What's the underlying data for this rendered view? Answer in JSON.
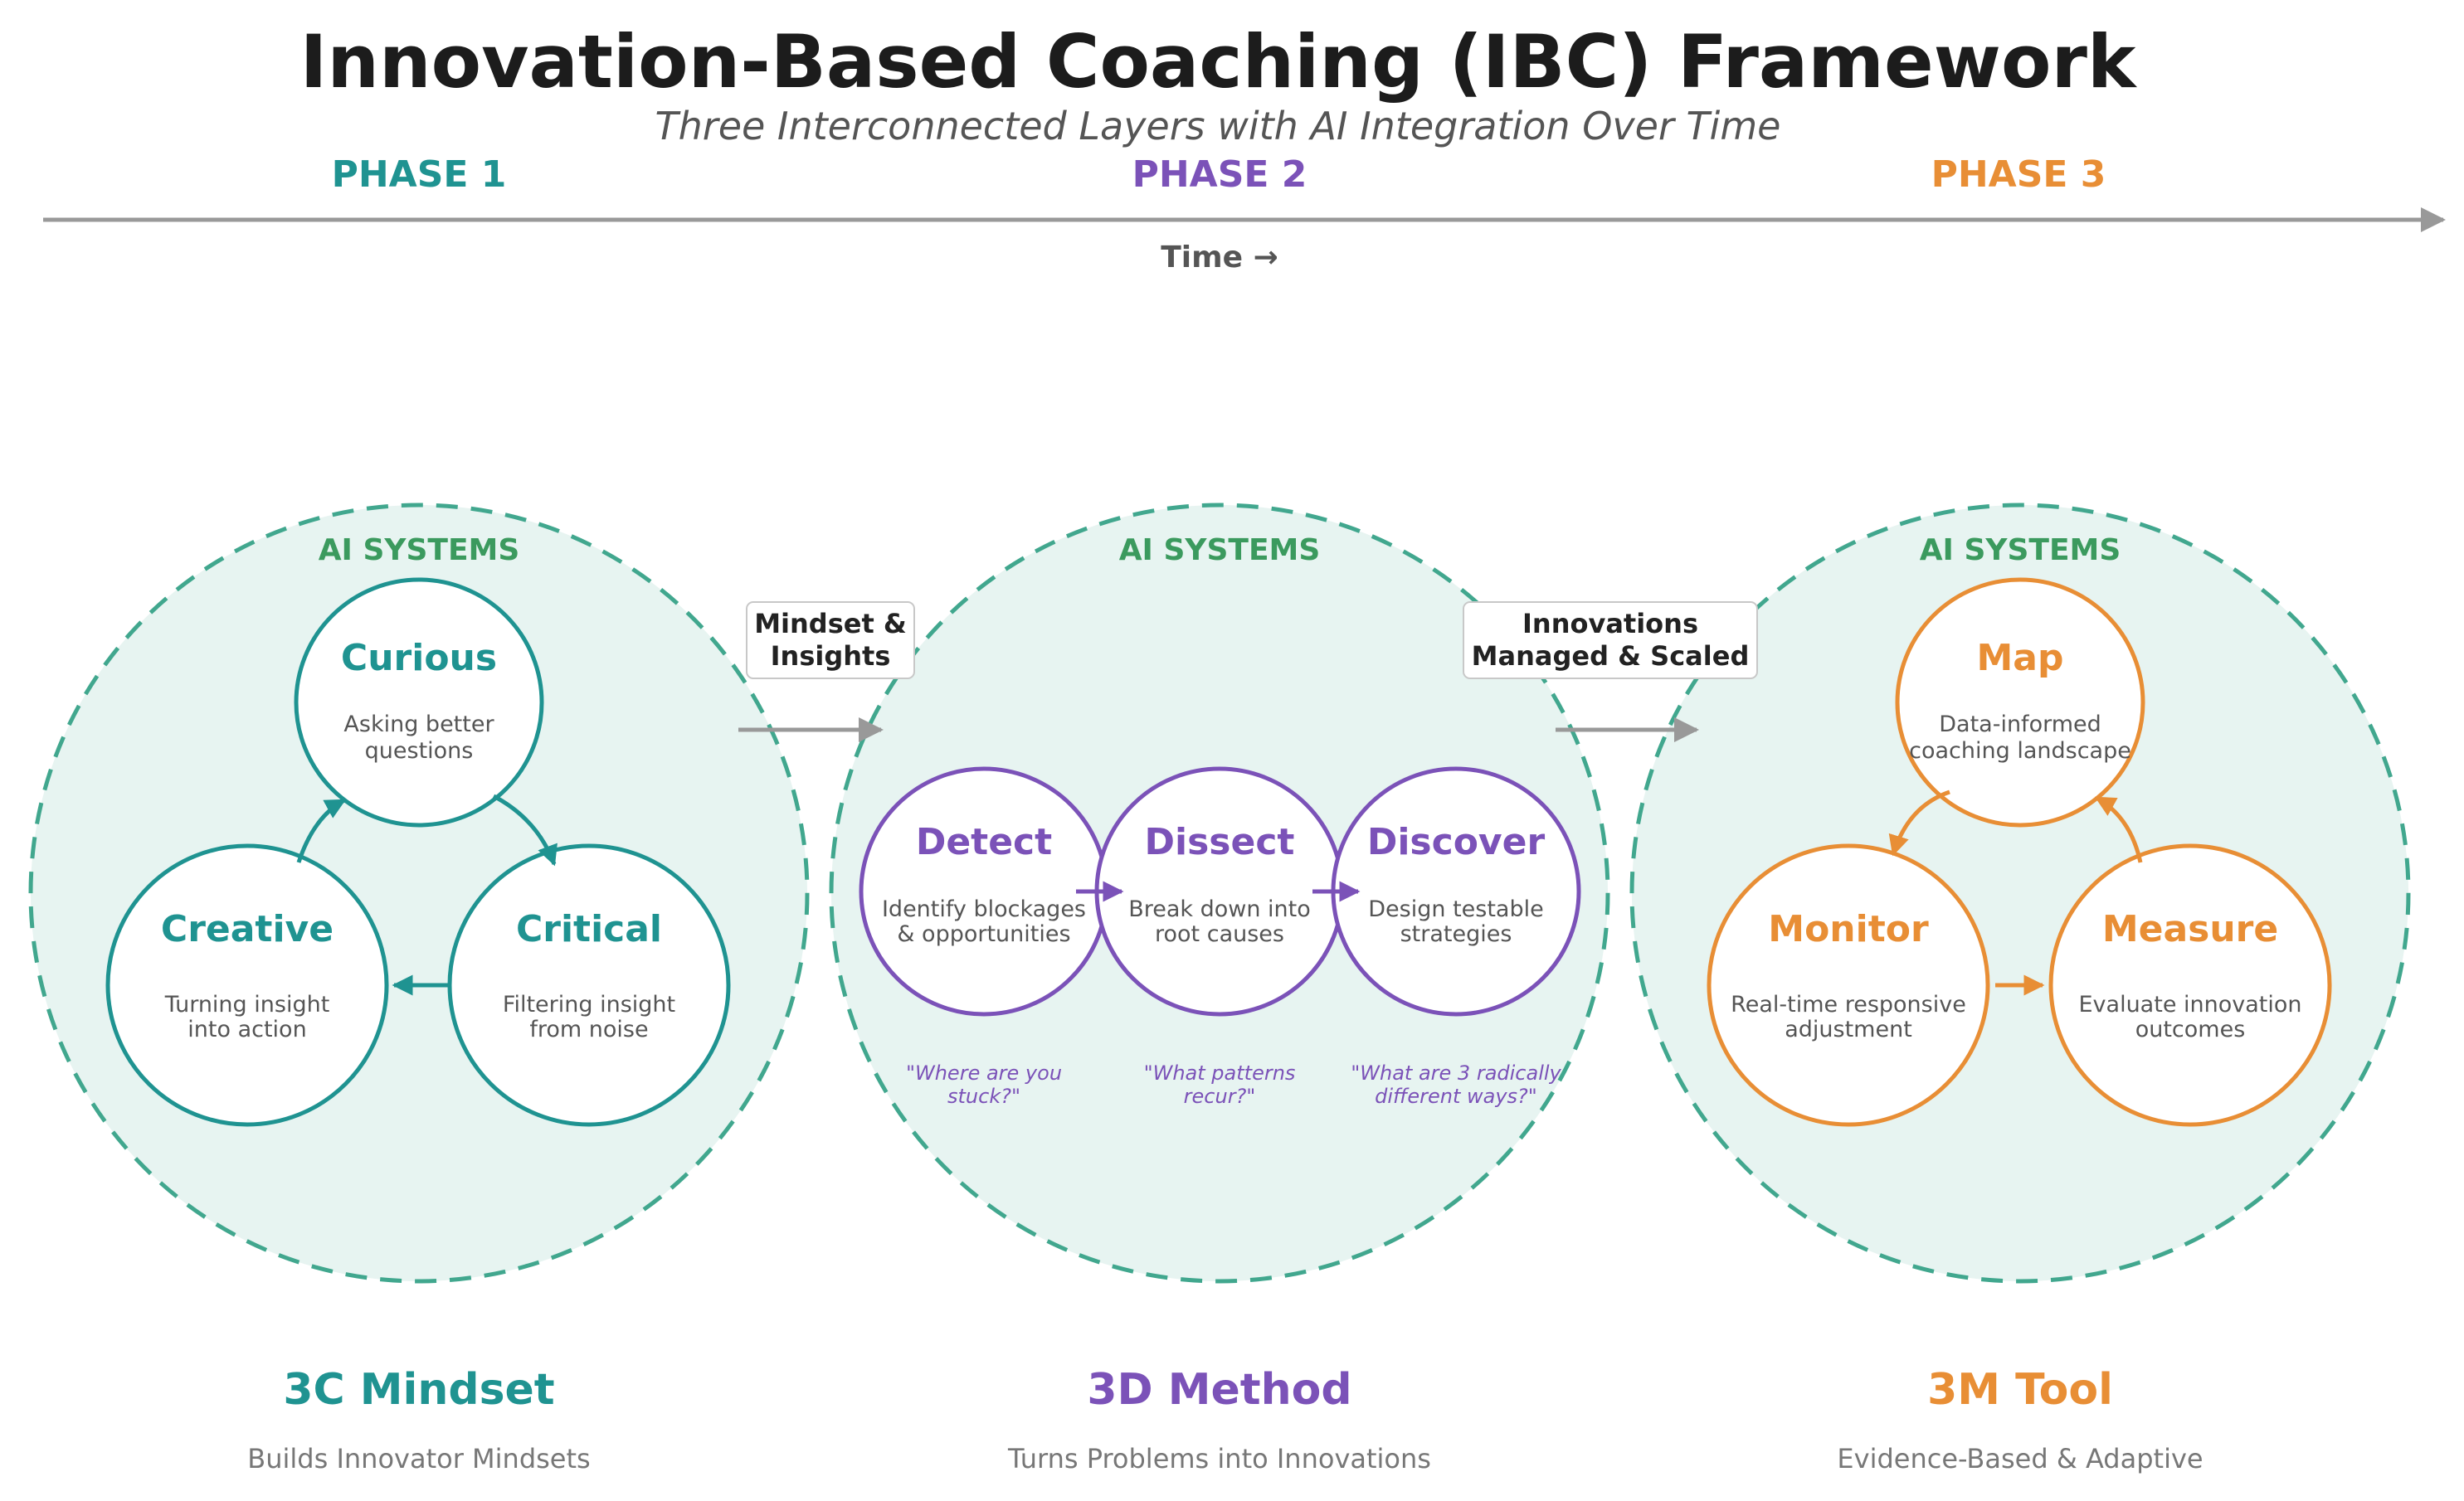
{
  "title": "Innovation-Based Coaching (IBC) Framework",
  "subtitle": "Three Interconnected Layers with AI Integration Over Time",
  "timeline": {
    "phases": [
      "PHASE 1",
      "PHASE 2",
      "PHASE 3"
    ],
    "time_label": "Time →"
  },
  "colors": {
    "teal": "#1f9391",
    "purple": "#7b52b8",
    "orange": "#e88e35",
    "ai_green": "#3b9a5e",
    "layer_fill": "#e7f4f1",
    "layer_border": "#41a78e",
    "arrow_gray": "#999999"
  },
  "ai_label": "AI SYSTEMS",
  "transfers": [
    {
      "line1": "Mindset &",
      "line2": "Insights"
    },
    {
      "line1": "Innovations",
      "line2": "Managed & Scaled"
    }
  ],
  "layers": [
    {
      "name": "3C Mindset",
      "tagline": "Builds Innovator Mindsets",
      "nodes": [
        {
          "title": "Curious",
          "desc1": "Asking better",
          "desc2": "questions"
        },
        {
          "title": "Creative",
          "desc1": "Turning insight",
          "desc2": "into action"
        },
        {
          "title": "Critical",
          "desc1": "Filtering insight",
          "desc2": "from noise"
        }
      ]
    },
    {
      "name": "3D Method",
      "tagline": "Turns Problems into Innovations",
      "nodes": [
        {
          "title": "Detect",
          "desc1": "Identify blockages",
          "desc2": "& opportunities",
          "q1": "\"Where are you",
          "q2": "stuck?\""
        },
        {
          "title": "Dissect",
          "desc1": "Break down into",
          "desc2": "root causes",
          "q1": "\"What patterns",
          "q2": "recur?\""
        },
        {
          "title": "Discover",
          "desc1": "Design testable",
          "desc2": "strategies",
          "q1": "\"What are 3 radically",
          "q2": "different ways?\""
        }
      ]
    },
    {
      "name": "3M Tool",
      "tagline": "Evidence-Based & Adaptive",
      "nodes": [
        {
          "title": "Map",
          "desc1": "Data-informed",
          "desc2": "coaching landscape"
        },
        {
          "title": "Monitor",
          "desc1": "Real-time responsive",
          "desc2": "adjustment"
        },
        {
          "title": "Measure",
          "desc1": "Evaluate innovation",
          "desc2": "outcomes"
        }
      ]
    }
  ]
}
